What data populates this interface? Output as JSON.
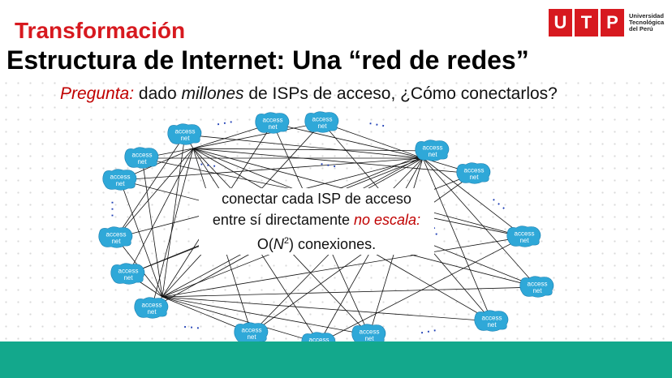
{
  "slide": {
    "kicker": "Transformación",
    "title": "Estructura de Internet: Una “red de redes”",
    "question": {
      "label": "Pregunta:",
      "part1": " dado ",
      "emph": "millones",
      "part2": " de ISPs de acceso, ¿Cómo conectarlos?"
    },
    "center": {
      "line1": "conectar cada ISP de acceso",
      "line2a": "entre sí directamente ",
      "line2b": "no escala:",
      "line3a": "O(",
      "line3n": "N",
      "line3sup": "2",
      "line3b": ") conexiones."
    }
  },
  "logo": {
    "letters": [
      "U",
      "T",
      "P"
    ],
    "line1": "Universidad",
    "line2": "Tecnológica",
    "line3": "del Perú"
  },
  "network": {
    "node_label_1": "access",
    "node_label_2": "net",
    "ellipsis": "· · ·",
    "node_color": "#2fa8d8",
    "dot_color": "#1f3fb5"
  },
  "colors": {
    "accent": "#d7191f",
    "footer": "#13a88c"
  }
}
